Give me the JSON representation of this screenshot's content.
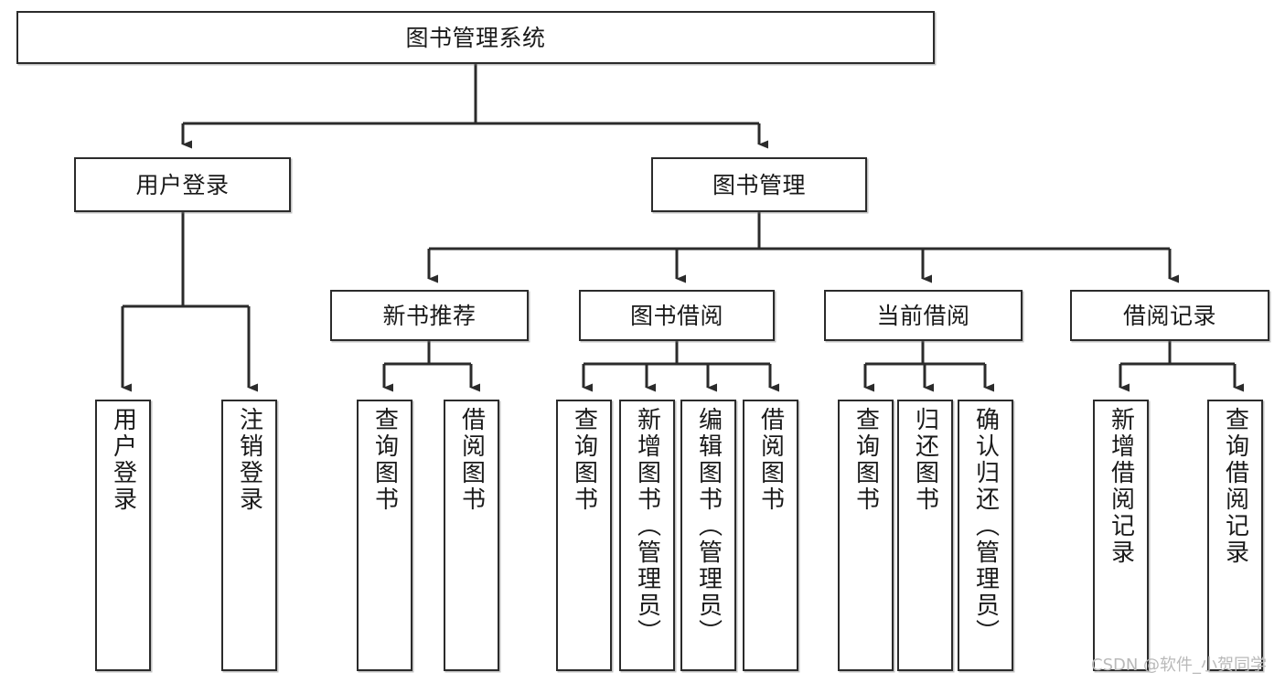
{
  "diagram": {
    "type": "tree-hierarchy",
    "title": "图书管理系统",
    "watermark": "CSDN @软件_小贺同学",
    "colors": {
      "box_border": "#2b2b2b",
      "box_fill": "#ffffff",
      "edge": "#2b2b2b",
      "text": "#1a1a1a",
      "watermark": "#b9b9b9",
      "background": "#ffffff"
    },
    "levels": {
      "root": {
        "label": "图书管理系统"
      },
      "level2": [
        {
          "label": "用户登录"
        },
        {
          "label": "图书管理"
        }
      ],
      "level3": [
        {
          "label": "新书推荐"
        },
        {
          "label": "图书借阅"
        },
        {
          "label": "当前借阅"
        },
        {
          "label": "借阅记录"
        }
      ],
      "leaves": {
        "user_login": [
          {
            "label": "用户登录"
          },
          {
            "label": "注销登录"
          }
        ],
        "new_book_recommend": [
          {
            "label": "查询图书"
          },
          {
            "label": "借阅图书"
          }
        ],
        "book_borrow": [
          {
            "label": "查询图书"
          },
          {
            "label": "新增图书（管理员）"
          },
          {
            "label": "编辑图书（管理员）"
          },
          {
            "label": "借阅图书"
          }
        ],
        "current_borrow": [
          {
            "label": "查询图书"
          },
          {
            "label": "归还图书"
          },
          {
            "label": "确认归还（管理员）"
          }
        ],
        "borrow_records": [
          {
            "label": "新增借阅记录"
          },
          {
            "label": "查询借阅记录"
          }
        ]
      }
    }
  }
}
